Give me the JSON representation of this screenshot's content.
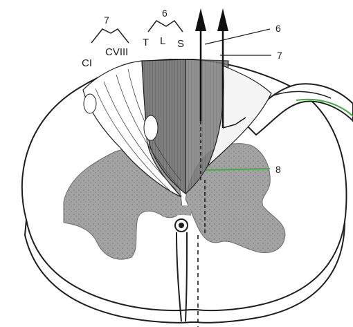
{
  "labels": {
    "fasciculus_gracilis_number": "6",
    "fasciculus_cuneatus_number": "7",
    "ci": "CI",
    "cviii": "CVIII",
    "t": "T",
    "l": "L",
    "s": "S",
    "pointer_6": "6",
    "pointer_7": "7",
    "pointer_8": "8"
  },
  "colors": {
    "outline": "#1e1e1e",
    "grey_matter": "#9a9a9a",
    "gracilis_fill": "#8c8c8c",
    "background": "#ffffff",
    "green_accent": "#3fae3f"
  }
}
